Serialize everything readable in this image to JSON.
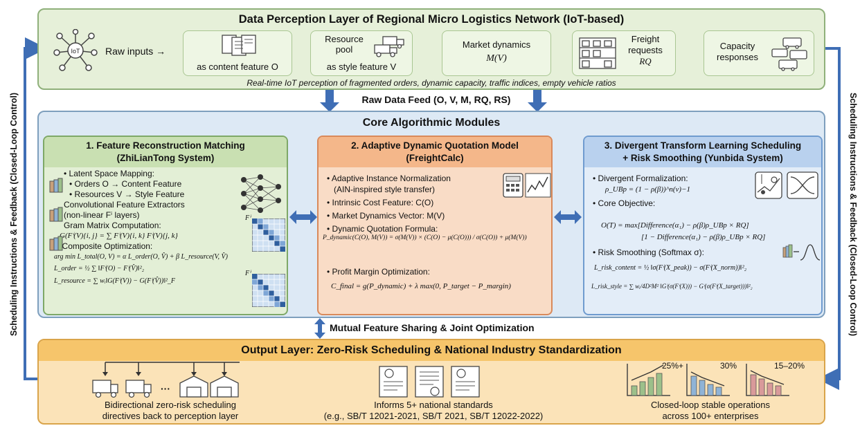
{
  "perception": {
    "title": "Data Perception Layer of Regional Micro Logistics Network (IoT-based)",
    "iot_label": "IoT",
    "raw_inputs": "Raw inputs →",
    "content_feature": "as content feature O",
    "resource_pool_1": "Resource",
    "resource_pool_2": "pool",
    "resource_pool_3": "as style feature V",
    "market_1": "Market dynamics",
    "market_2": "M(V)",
    "freight_1": "Freight",
    "freight_2": "requests",
    "freight_3": "RQ",
    "capacity_1": "Capacity",
    "capacity_2": "responses",
    "caption": "Real-time IoT perception of fragmented orders, dynamic capacity, traffic indices, empty vehicle ratios"
  },
  "raw_feed": "Raw Data Feed (O, V, M, RQ, RS)",
  "core": {
    "title": "Core Algorithmic Modules",
    "m1": {
      "title_1": "1. Feature Reconstruction Matching",
      "title_2": "(ZhiLianTong System)",
      "l1": "Latent Space Mapping:",
      "l2": "Orders O → Content Feature",
      "l3": "Resources V → Style Feature",
      "l4": "Convolutional Feature Extractors",
      "l5": "(non-linear Fⁱ layers)",
      "l6": "Gram Matrix Computation:",
      "f1": "G(Fⁱ(V){i, j} = ∑ Fⁱ(V){i, k} Fⁱ(V){j, k}",
      "l7": "Composite Optimization:",
      "f2": "arg min L_total(O, V) = α L_order(O, V̂) + β L_resource(V, V̂)",
      "f3": "L_order = ½ ∑ ‖Fⁱ(O) − Fⁱ(V̂)‖²₂",
      "f4": "L_resource = ∑ wᵢ‖G(Fⁱ(V)) − G(Fⁱ(V̂))‖²_F",
      "gram_label": "Fⁱ"
    },
    "m2": {
      "title_1": "2. Adaptive Dynamic Quotation Model",
      "title_2": "(FreightCalc)",
      "l1": "Adaptive Instance Normalization",
      "l2": "(AIN-inspired style transfer)",
      "l3": "Intrinsic Cost Feature: C(O)",
      "l4": "Market Dynamics Vector: M(V)",
      "l5": "Dynamic Quotation Formula:",
      "f1": "P_dynamic(C(O), M(V)) = σ(M(V)) × (C(O) − μ(C(O))) / σ(C(O)) + μ(M(V))",
      "l6": "Profit Margin Optimization:",
      "f2": "C_final = g(P_dynamic) + λ max(0, P_target − P_margin)"
    },
    "m3": {
      "title_1": "3. Divergent Transform Learning Scheduling",
      "title_2": "+ Risk Smoothing (Yunbida System)",
      "l1": "Divergent Formalization:",
      "f1": "ρ_UBp = (1 − ρ(β))^n(v)−1",
      "l2": "Core Objective:",
      "f2": "O(T) = max[Difference(α₁) − ρ(β)ρ_UBp × RQ]",
      "f3": "[1 − Difference(α₁) − ρ(β)ρ_UBp × RQ]",
      "l3": "Risk Smoothing (Softmax σ):",
      "f4": "L_risk_content = ½ ‖σ(Fⁱ(X_peak)) − σ(Fⁱ(X_norm))‖²₂",
      "f5": "L_risk_style = ∑ wᵢ/4D²M² ‖Gⁱ(σ(Fⁱ(X))) − Gⁱ(σ(Fⁱ(X_target)))‖²₂"
    }
  },
  "mutual": "Mutual Feature Sharing & Joint Optimization",
  "output": {
    "title": "Output Layer: Zero-Risk Scheduling & National Industry Standardization",
    "dots": "···",
    "c1_1": "Bidirectional zero-risk scheduling",
    "c1_2": "directives back to perception layer",
    "c2_1": "Informs 5+ national standards",
    "c2_2": "(e.g., SB/T 12021-2021, SB/T 2021, SB/T 12022-2022)",
    "pct1": "25%+",
    "pct2": "30%",
    "pct3": "15–20%",
    "c3_1": "Closed-loop stable operations",
    "c3_2": "across 100+ enterprises"
  },
  "side_left": "Scheduling Instructions & Feedback (Closed-Loop Control)",
  "side_right": "Scheduling Instructions & Feedback (Closed-Loop Control)",
  "colors": {
    "perception_bg": "#e6f0d9",
    "core_bg": "#dde9f5",
    "module1_bg": "#e3efd6",
    "module2_bg": "#f9dcc6",
    "module3_bg": "#e3edf8",
    "output_bg": "#fbe3b8",
    "arrow_blue": "#3f6eb5"
  }
}
